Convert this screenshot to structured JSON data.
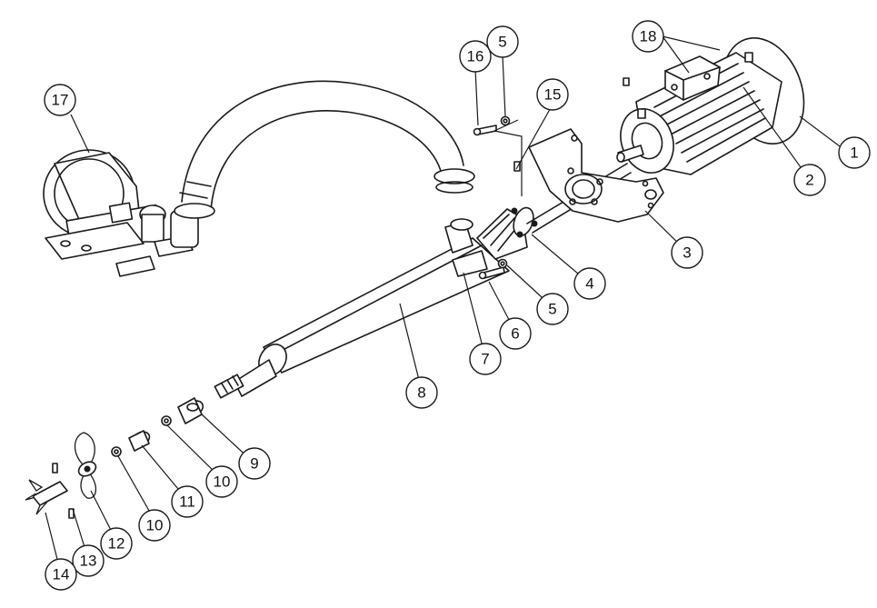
{
  "callouts": [
    {
      "id": "c1",
      "label": "1"
    },
    {
      "id": "c2",
      "label": "2"
    },
    {
      "id": "c3",
      "label": "3"
    },
    {
      "id": "c4",
      "label": "4"
    },
    {
      "id": "c5a",
      "label": "5"
    },
    {
      "id": "c5b",
      "label": "5"
    },
    {
      "id": "c6",
      "label": "6"
    },
    {
      "id": "c7",
      "label": "7"
    },
    {
      "id": "c8",
      "label": "8"
    },
    {
      "id": "c9",
      "label": "9"
    },
    {
      "id": "c10a",
      "label": "10"
    },
    {
      "id": "c10b",
      "label": "10"
    },
    {
      "id": "c11",
      "label": "11"
    },
    {
      "id": "c12",
      "label": "12"
    },
    {
      "id": "c13",
      "label": "13"
    },
    {
      "id": "c14",
      "label": "14"
    },
    {
      "id": "c15",
      "label": "15"
    },
    {
      "id": "c16",
      "label": "16"
    },
    {
      "id": "c17",
      "label": "17"
    },
    {
      "id": "c18",
      "label": "18"
    }
  ],
  "colors": {
    "line": "#1a1a1a",
    "background": "#ffffff"
  }
}
